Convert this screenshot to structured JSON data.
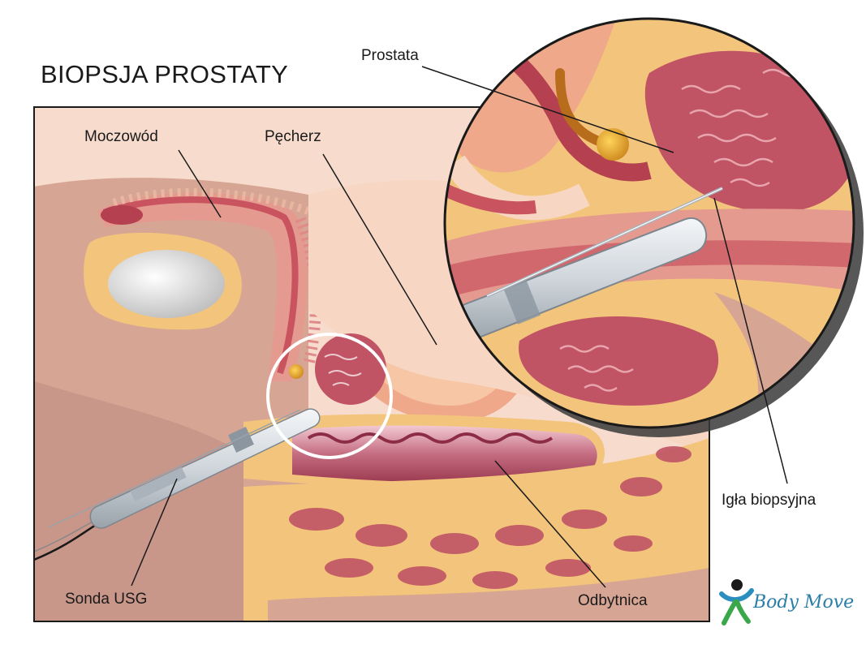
{
  "title": "BIOPSJA PROSTATY",
  "labels": {
    "prostata": "Prostata",
    "moczowod": "Moczowód",
    "pecherz": "Pęcherz",
    "igla": "Igła biopsyjna",
    "sonda": "Sonda USG",
    "odbytnica": "Odbytnica"
  },
  "logo": {
    "text": "Body Move",
    "colors": {
      "head": "#1a1a1a",
      "arms": "#2a8fbf",
      "body": "#3aa84a"
    }
  },
  "colors": {
    "skin_light": "#f6d9c8",
    "skin_mid": "#eab6a0",
    "tissue_dark": "#c9737a",
    "tissue_red": "#b5404f",
    "fat_yellow": "#f3c47c",
    "bladder": "#efa98a",
    "frame": "#1a1a1a",
    "probe": "#d9dde2"
  }
}
